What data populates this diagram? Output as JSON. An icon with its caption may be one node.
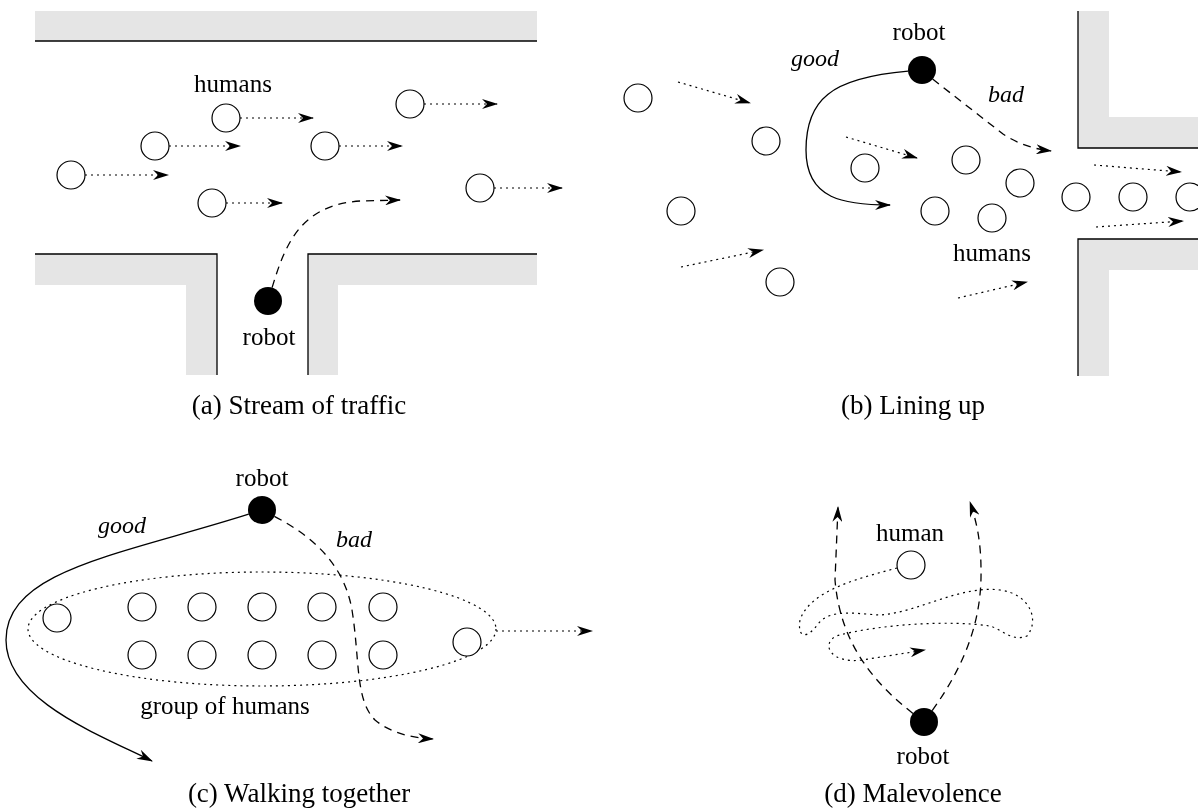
{
  "diagram": {
    "nodes": [
      {
        "text": [],
        "shape": "circle",
        "beside": [
          "robot"
        ]
      },
      {
        "text": [],
        "shape": "circle",
        "beside": [
          "robot"
        ]
      },
      {
        "text": [],
        "shape": "circle",
        "beside": [
          "robot"
        ]
      },
      {
        "text": [],
        "shape": "circle",
        "beside": [
          "robot"
        ]
      }
    ],
    "edges": [
      {
        "from": 0,
        "to": null,
        "arrow": "to",
        "style": "dashed"
      },
      {
        "from": 1,
        "to": null,
        "arrow": "to",
        "label": "good"
      },
      {
        "from": 1,
        "to": null,
        "arrow": "to",
        "style": "dashed",
        "label": "bad"
      },
      {
        "from": 2,
        "to": null,
        "arrow": "to",
        "label": "good"
      },
      {
        "from": 2,
        "to": null,
        "arrow": "to",
        "style": "dashed",
        "label": "bad"
      },
      {
        "from": 3,
        "to": null,
        "arrow": "to",
        "style": "dashed"
      },
      {
        "from": 3,
        "to": null,
        "arrow": "to",
        "style": "dashed"
      }
    ],
    "labels": [
      "humans",
      "(a) Stream of traffic",
      "humans",
      "(b) Lining up",
      "group of humans",
      "(c) Walking together",
      "human",
      "(d) Malevolence"
    ]
  }
}
